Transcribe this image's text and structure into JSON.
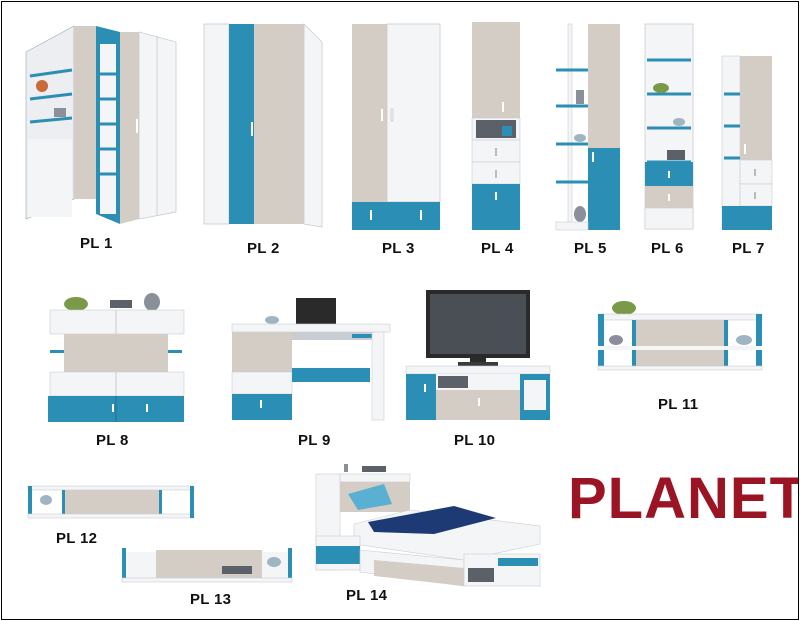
{
  "brand": {
    "text": "PLANET",
    "color": "#9b1424"
  },
  "colors": {
    "white": "#f4f5f7",
    "wood": "#d4cdc5",
    "teal": "#2b8fb5",
    "shade": "#c9ccd2",
    "dark": "#2a2a2a"
  },
  "items": {
    "pl1": "PL 1",
    "pl2": "PL 2",
    "pl3": "PL 3",
    "pl4": "PL 4",
    "pl5": "PL 5",
    "pl6": "PL 6",
    "pl7": "PL 7",
    "pl8": "PL 8",
    "pl9": "PL 9",
    "pl10": "PL 10",
    "pl11": "PL 11",
    "pl12": "PL 12",
    "pl13": "PL 13",
    "pl14": "PL 14"
  }
}
